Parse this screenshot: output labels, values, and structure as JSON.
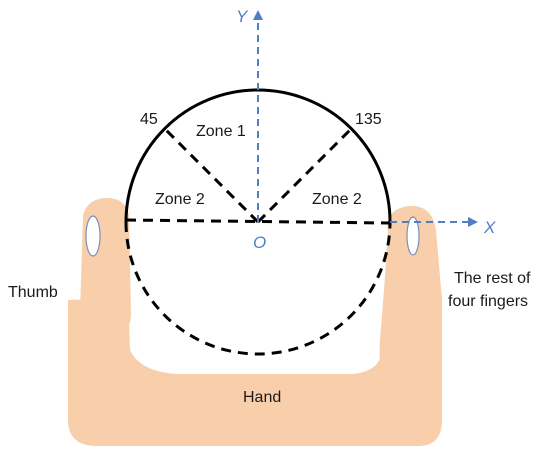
{
  "colors": {
    "skin": "#f8cfaa",
    "axis": "#4f7fc2",
    "stroke": "#000000",
    "nail": "#ffffff"
  },
  "labels": {
    "angle_left": "45",
    "angle_right": "135",
    "zone1": "Zone 1",
    "zone2_left": "Zone 2",
    "zone2_right": "Zone 2",
    "origin": "O",
    "axis_x": "X",
    "axis_y": "Y",
    "thumb": "Thumb",
    "fingers_line1": "The rest of",
    "fingers_line2": "four fingers",
    "hand": "Hand"
  }
}
